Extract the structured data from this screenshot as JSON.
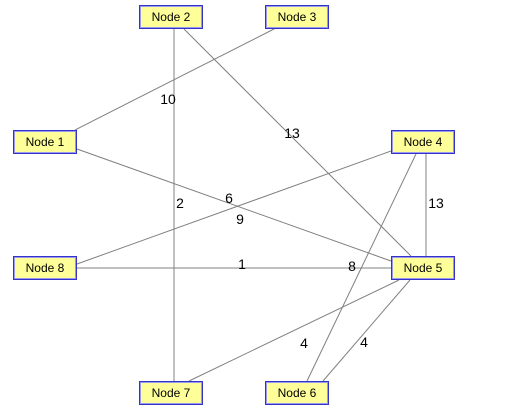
{
  "graph": {
    "style": {
      "node_fill": "#ffff99",
      "node_border": "#3333cc",
      "edge_color": "#808080",
      "label_color": "#000000"
    },
    "nodes": [
      {
        "id": "n1",
        "label": "Node 1"
      },
      {
        "id": "n2",
        "label": "Node 2"
      },
      {
        "id": "n3",
        "label": "Node 3"
      },
      {
        "id": "n4",
        "label": "Node 4"
      },
      {
        "id": "n5",
        "label": "Node 5"
      },
      {
        "id": "n6",
        "label": "Node 6"
      },
      {
        "id": "n7",
        "label": "Node 7"
      },
      {
        "id": "n8",
        "label": "Node 8"
      }
    ],
    "edges": [
      {
        "from": "n1",
        "to": "n3",
        "weight": "10"
      },
      {
        "from": "n2",
        "to": "n5",
        "weight": "13"
      },
      {
        "from": "n2",
        "to": "n7",
        "weight": "2"
      },
      {
        "from": "n1",
        "to": "n5",
        "weight": "6"
      },
      {
        "from": "n8",
        "to": "n4",
        "weight": "9"
      },
      {
        "from": "n4",
        "to": "n5",
        "weight": "13"
      },
      {
        "from": "n8",
        "to": "n5",
        "weight": "1"
      },
      {
        "from": "n4",
        "to": "n6",
        "weight": "8"
      },
      {
        "from": "n5",
        "to": "n7",
        "weight": "4"
      },
      {
        "from": "n5",
        "to": "n6",
        "weight": "4"
      }
    ]
  }
}
